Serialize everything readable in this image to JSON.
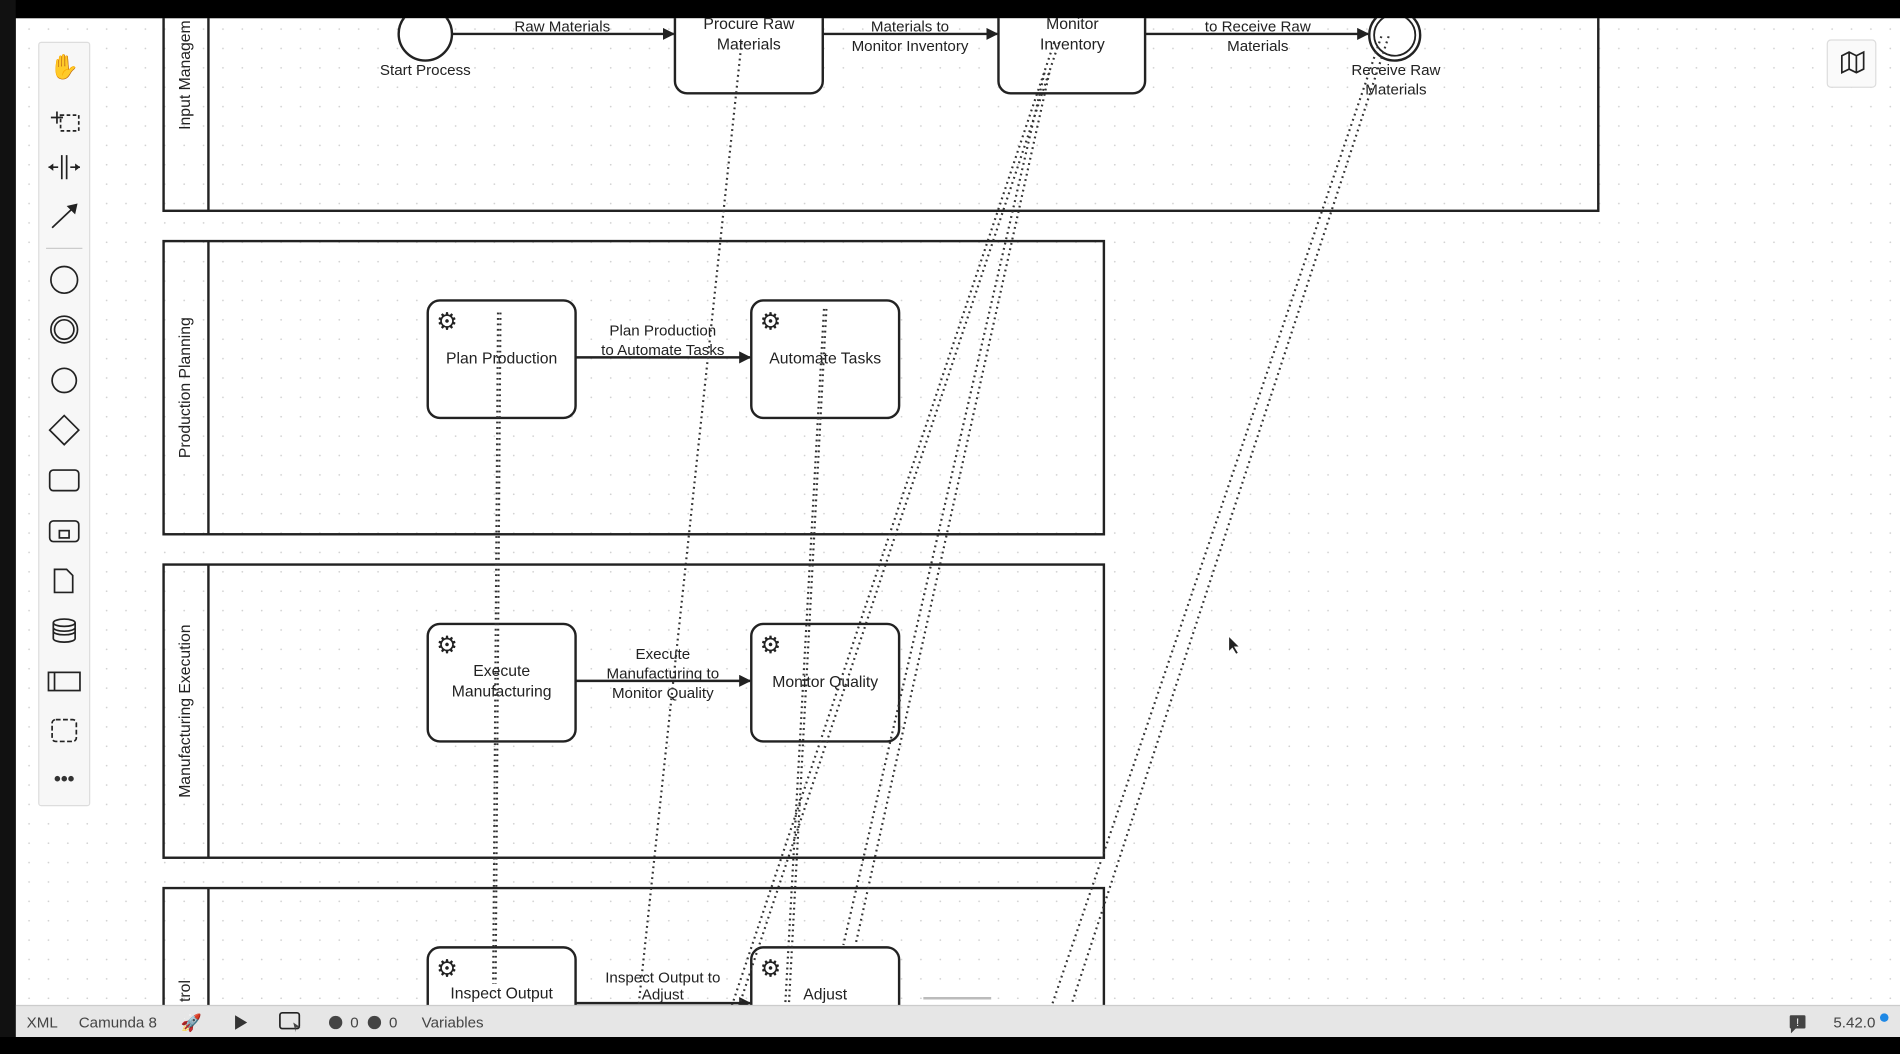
{
  "diagram": {
    "lanes": [
      {
        "label": "Input Managem"
      },
      {
        "label": "Production Planning"
      },
      {
        "label": "Manufacturing Execution"
      },
      {
        "label": "trol"
      }
    ],
    "events": {
      "start": {
        "label": "Start Process"
      },
      "end": {
        "label_line1": "Receive Raw",
        "label_line2": "Materials"
      }
    },
    "tasks": {
      "procure": {
        "line1": "Procure Raw",
        "line2": "Materials"
      },
      "monitor_inventory": {
        "line1": "Monitor",
        "line2": "Inventory"
      },
      "plan_production": {
        "line1": "Plan Production"
      },
      "automate_tasks": {
        "line1": "Automate Tasks"
      },
      "execute_manufacturing": {
        "line1": "Execute",
        "line2": "Manufacturing"
      },
      "monitor_quality": {
        "line1": "Monitor Quality"
      },
      "inspect_output": {
        "line1": "Inspect Output"
      },
      "adjust": {
        "line1": "Adjust"
      }
    },
    "flows": {
      "f1": {
        "line1": "Raw Materials"
      },
      "f2": {
        "line1": "Materials to",
        "line2": "Monitor Inventory"
      },
      "f3": {
        "line1": "to Receive Raw",
        "line2": "Materials"
      },
      "f4": {
        "line1": "Plan Production",
        "line2": "to Automate Tasks"
      },
      "f5": {
        "line1": "Execute",
        "line2": "Manufacturing to",
        "line3": "Monitor Quality"
      },
      "f6": {
        "line1": "Inspect Output to",
        "line2": "Adjust"
      }
    }
  },
  "toolbar": {
    "tools": [
      "hand-tool",
      "lasso-tool",
      "space-tool",
      "global-connect-tool",
      "create-start-event",
      "create-intermediate-event",
      "create-end-event",
      "create-gateway",
      "create-task",
      "create-subprocess",
      "create-data-object",
      "create-data-store",
      "create-pool",
      "create-group",
      "more-tools"
    ]
  },
  "statusbar": {
    "xml": "XML",
    "engine": "Camunda 8",
    "errors": "0",
    "warnings": "0",
    "variables": "Variables",
    "version": "5.42.0",
    "accent": "#1e88e5"
  }
}
